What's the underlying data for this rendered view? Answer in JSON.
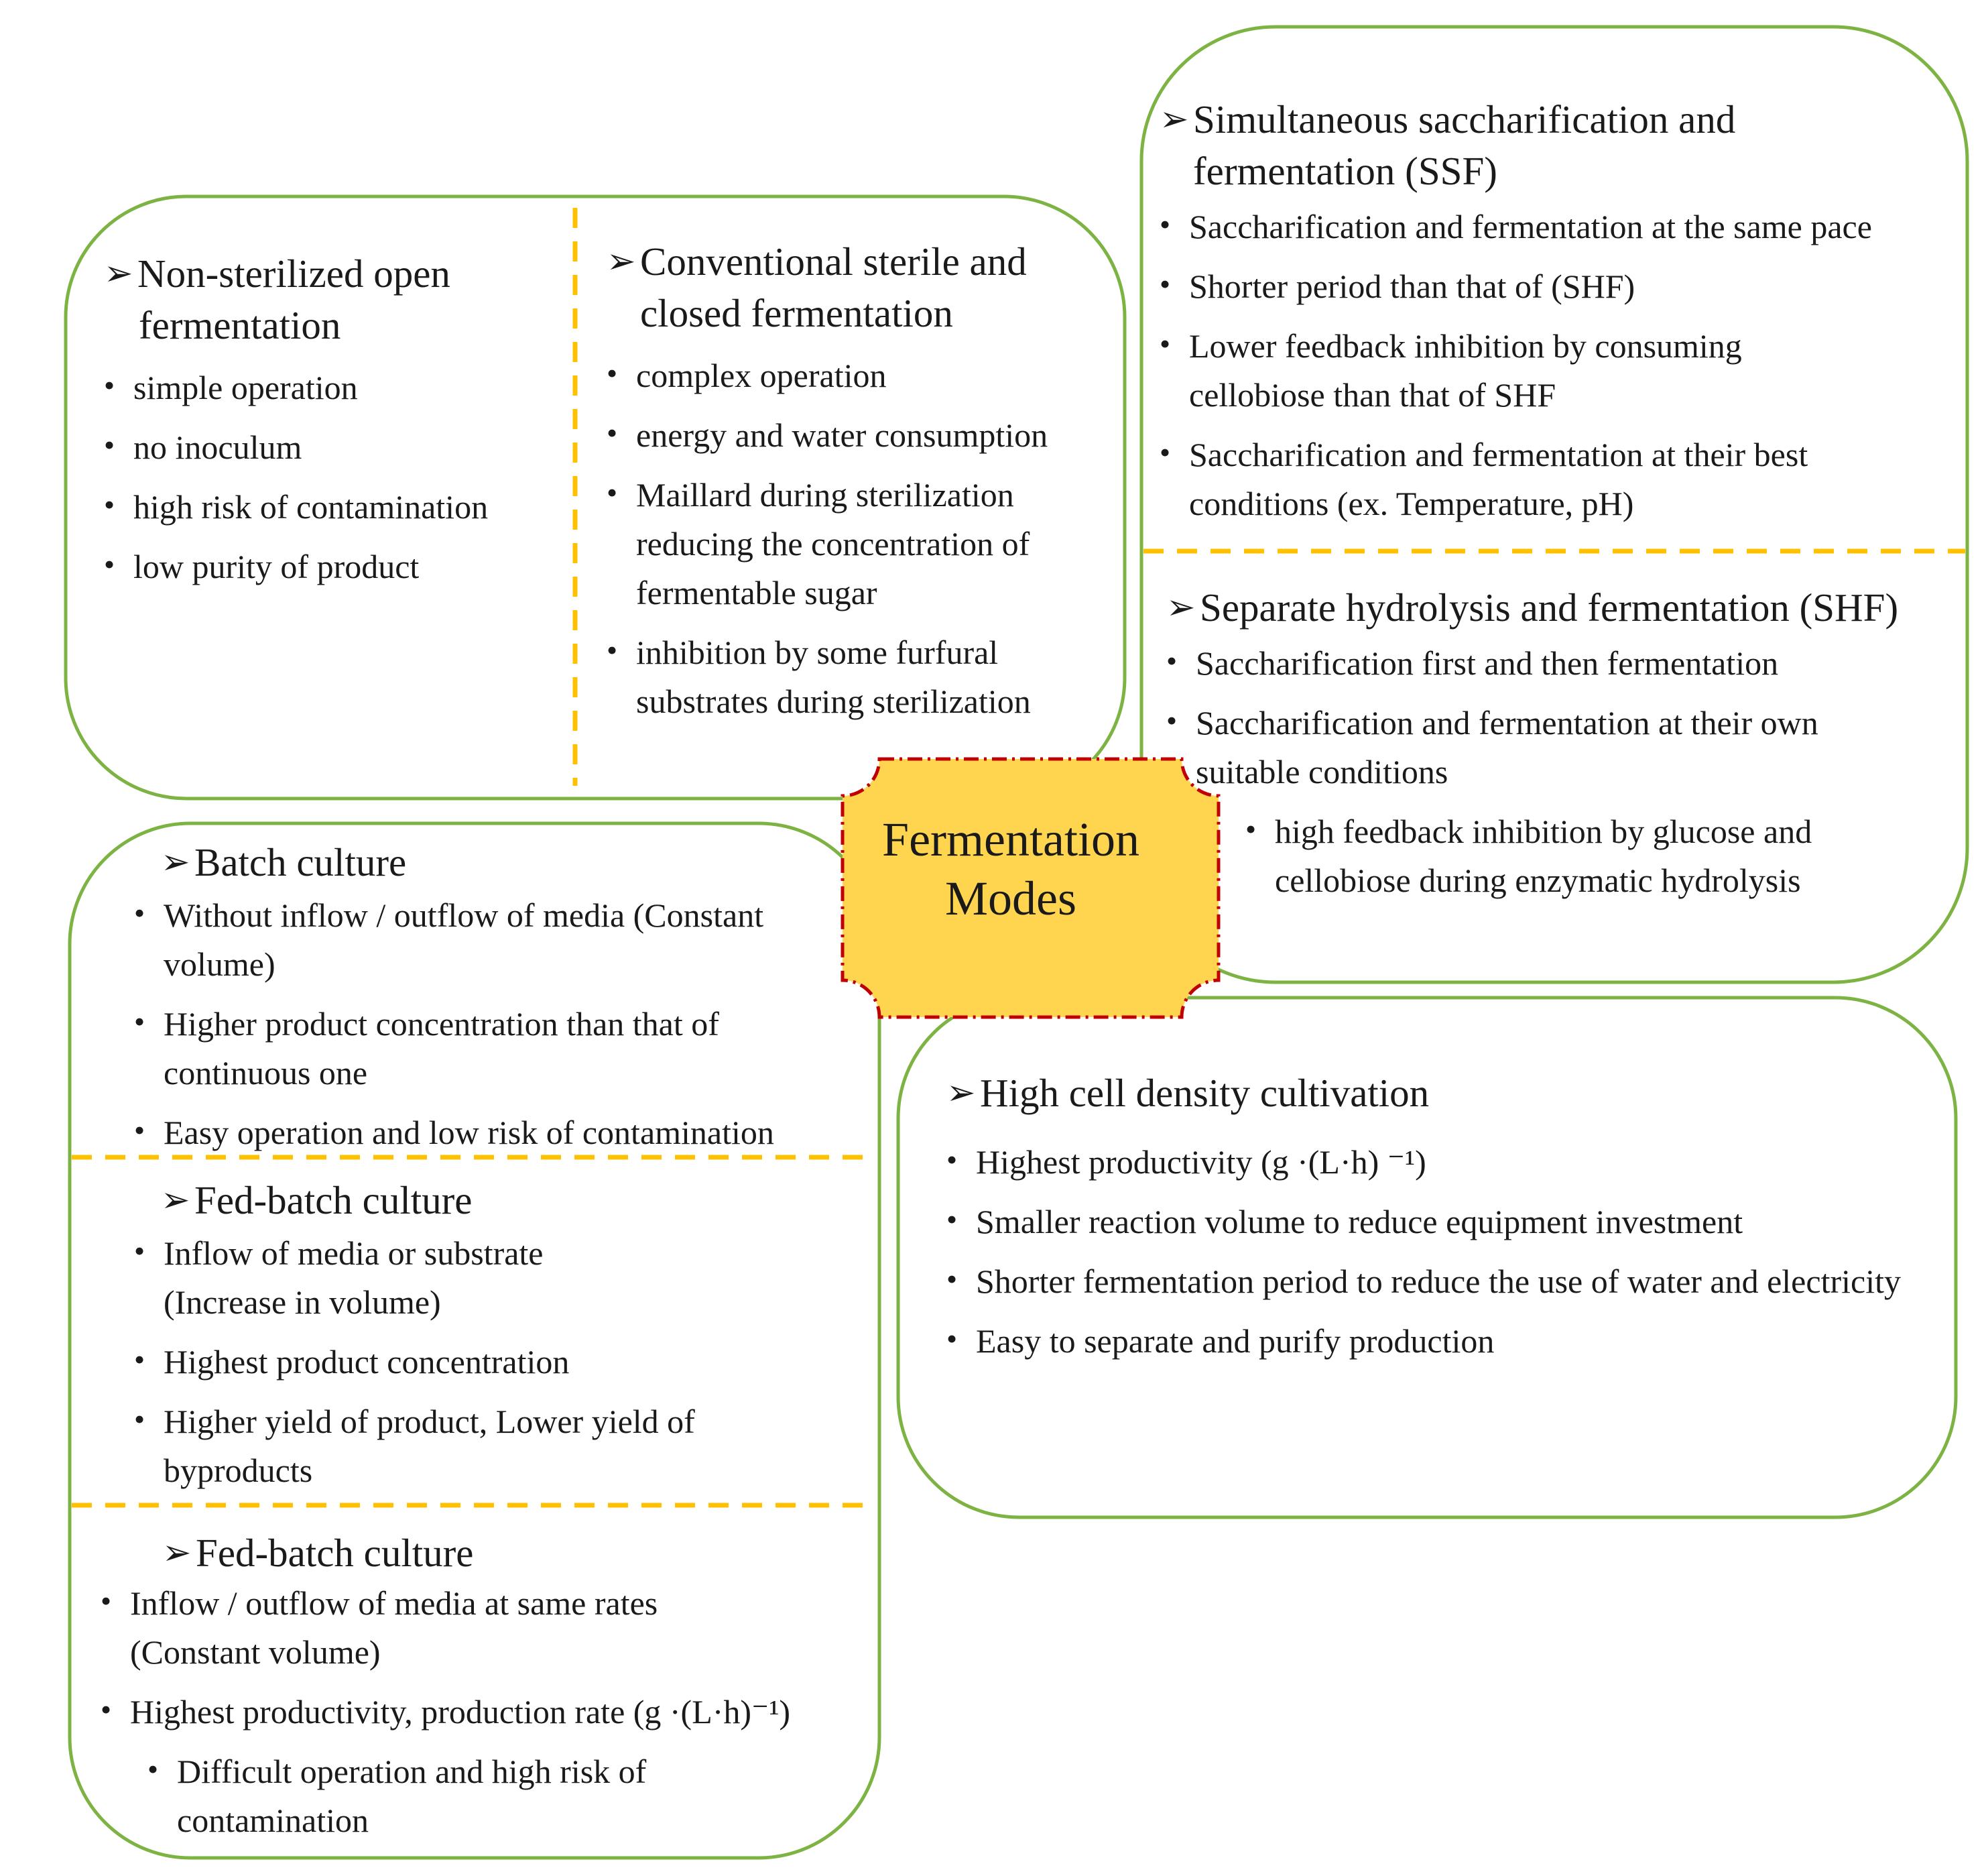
{
  "center": {
    "line1": "Fermentation",
    "line2": "Modes"
  },
  "top_left": {
    "left": {
      "title_line1": "Non-sterilized open",
      "title_line2": "fermentation",
      "items": [
        "simple operation",
        "no inoculum",
        "high risk of contamination",
        "low purity of product"
      ]
    },
    "right": {
      "title_line1": "Conventional sterile and",
      "title_line2": "closed fermentation",
      "items": [
        "complex operation",
        "energy and water consumption",
        "Maillard during sterilization reducing the concentration of fermentable sugar",
        "inhibition by some furfural substrates during sterilization"
      ]
    }
  },
  "top_right": {
    "ssf": {
      "title_line1": "Simultaneous saccharification and",
      "title_line2": "fermentation (SSF)",
      "items": [
        "Saccharification and fermentation at the same pace",
        "Shorter period than that of (SHF)",
        "Lower feedback inhibition by consuming cellobiose than that of SHF",
        "Saccharification and fermentation at their best conditions (ex. Temperature, pH)"
      ]
    },
    "shf": {
      "title": "Separate hydrolysis and fermentation (SHF)",
      "items": [
        "Saccharification first and then fermentation",
        "Saccharification and fermentation at their own suitable conditions",
        "high feedback inhibition by glucose and cellobiose during enzymatic hydrolysis"
      ]
    }
  },
  "bottom_left": {
    "batch": {
      "title": "Batch culture",
      "items": [
        "Without inflow / outflow of media (Constant volume)",
        "Higher product concentration than that of continuous one",
        "Easy operation and low risk of contamination"
      ]
    },
    "fed_batch": {
      "title": "Fed-batch culture",
      "items": [
        "Inflow of media or substrate (Increase in volume)",
        "Highest product concentration",
        "Higher yield of product, Lower yield of byproducts"
      ]
    },
    "fed_batch_2": {
      "title": "Fed-batch culture",
      "items": [
        "Inflow / outflow of media at same rates (Constant volume)",
        "Highest productivity, production rate (g ·(L·h)⁻¹)",
        "Difficult operation and high risk of contamination"
      ]
    }
  },
  "bottom_right": {
    "title": "High cell density cultivation",
    "items": [
      "Highest productivity (g ·(L·h) ⁻¹)",
      "Smaller reaction volume to reduce equipment investment",
      "Shorter fermentation period to reduce the use of water and electricity",
      "Easy to separate and purify production"
    ]
  },
  "colors": {
    "border": "#7cb342",
    "divider": "#ffc000",
    "center_fill": "#ffd54f",
    "center_border": "#c00000"
  },
  "icons": {
    "title_marker": "arrowhead-bullet-icon",
    "item_marker": "bullet-icon"
  }
}
